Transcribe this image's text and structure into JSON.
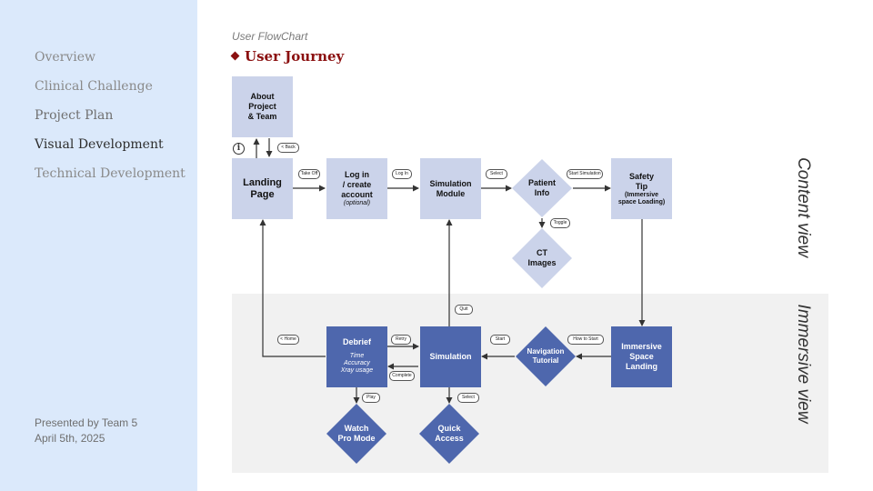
{
  "sidebar": {
    "nav": [
      {
        "label": "Overview"
      },
      {
        "label": "Clinical Challenge"
      },
      {
        "label": "Project Plan"
      },
      {
        "label": "Visual Development"
      },
      {
        "label": "Technical Development"
      }
    ],
    "footer": {
      "line1": "Presented by Team 5",
      "line2": "April 5th, 2025"
    }
  },
  "main": {
    "subtitle": "User FlowChart",
    "title": "User Journey"
  },
  "diagram": {
    "nodes": {
      "about": [
        "About",
        "Project",
        "& Team"
      ],
      "landing": [
        "Landing",
        "Page"
      ],
      "login": [
        "Log in",
        "/ create",
        "account"
      ],
      "login_note": "(optional)",
      "sim_module": [
        "Simulation",
        "Module"
      ],
      "patient_info": [
        "Patient",
        "Info"
      ],
      "ct_images": [
        "CT",
        "Images"
      ],
      "safety_tip": [
        "Safety",
        "Tip"
      ],
      "safety_note": "(Immersive space Loading)",
      "debrief": "Debrief",
      "debrief_details": [
        "Time",
        "Accuracy",
        "Xray usage"
      ],
      "simulation": "Simulation",
      "nav_tutorial": [
        "Navigation",
        "Tutorial"
      ],
      "immersive_landing": [
        "Immersive",
        "Space",
        "Landing"
      ],
      "watch_pro": [
        "Watch",
        "Pro Mode"
      ],
      "quick_access": [
        "Quick",
        "Access"
      ]
    },
    "edge_labels": {
      "back": "< Back",
      "take_off": "Take Off",
      "log_in": "Log In",
      "select": "Select",
      "start_simulation": "Start Simulation",
      "toggle": "Toggle",
      "quit": "Quit",
      "retry": "Retry",
      "complete": "Complete",
      "start": "Start",
      "how_to_start": "How to Start",
      "home": "< Home",
      "play": "Play",
      "select_quick": "Select"
    },
    "info_icon": "i",
    "views": {
      "content": "Content view",
      "immersive": "Immersive view"
    },
    "colors": {
      "light_node": "#cbd3ea",
      "dark_node": "#4e67ad",
      "title_red": "#8b1010"
    }
  }
}
